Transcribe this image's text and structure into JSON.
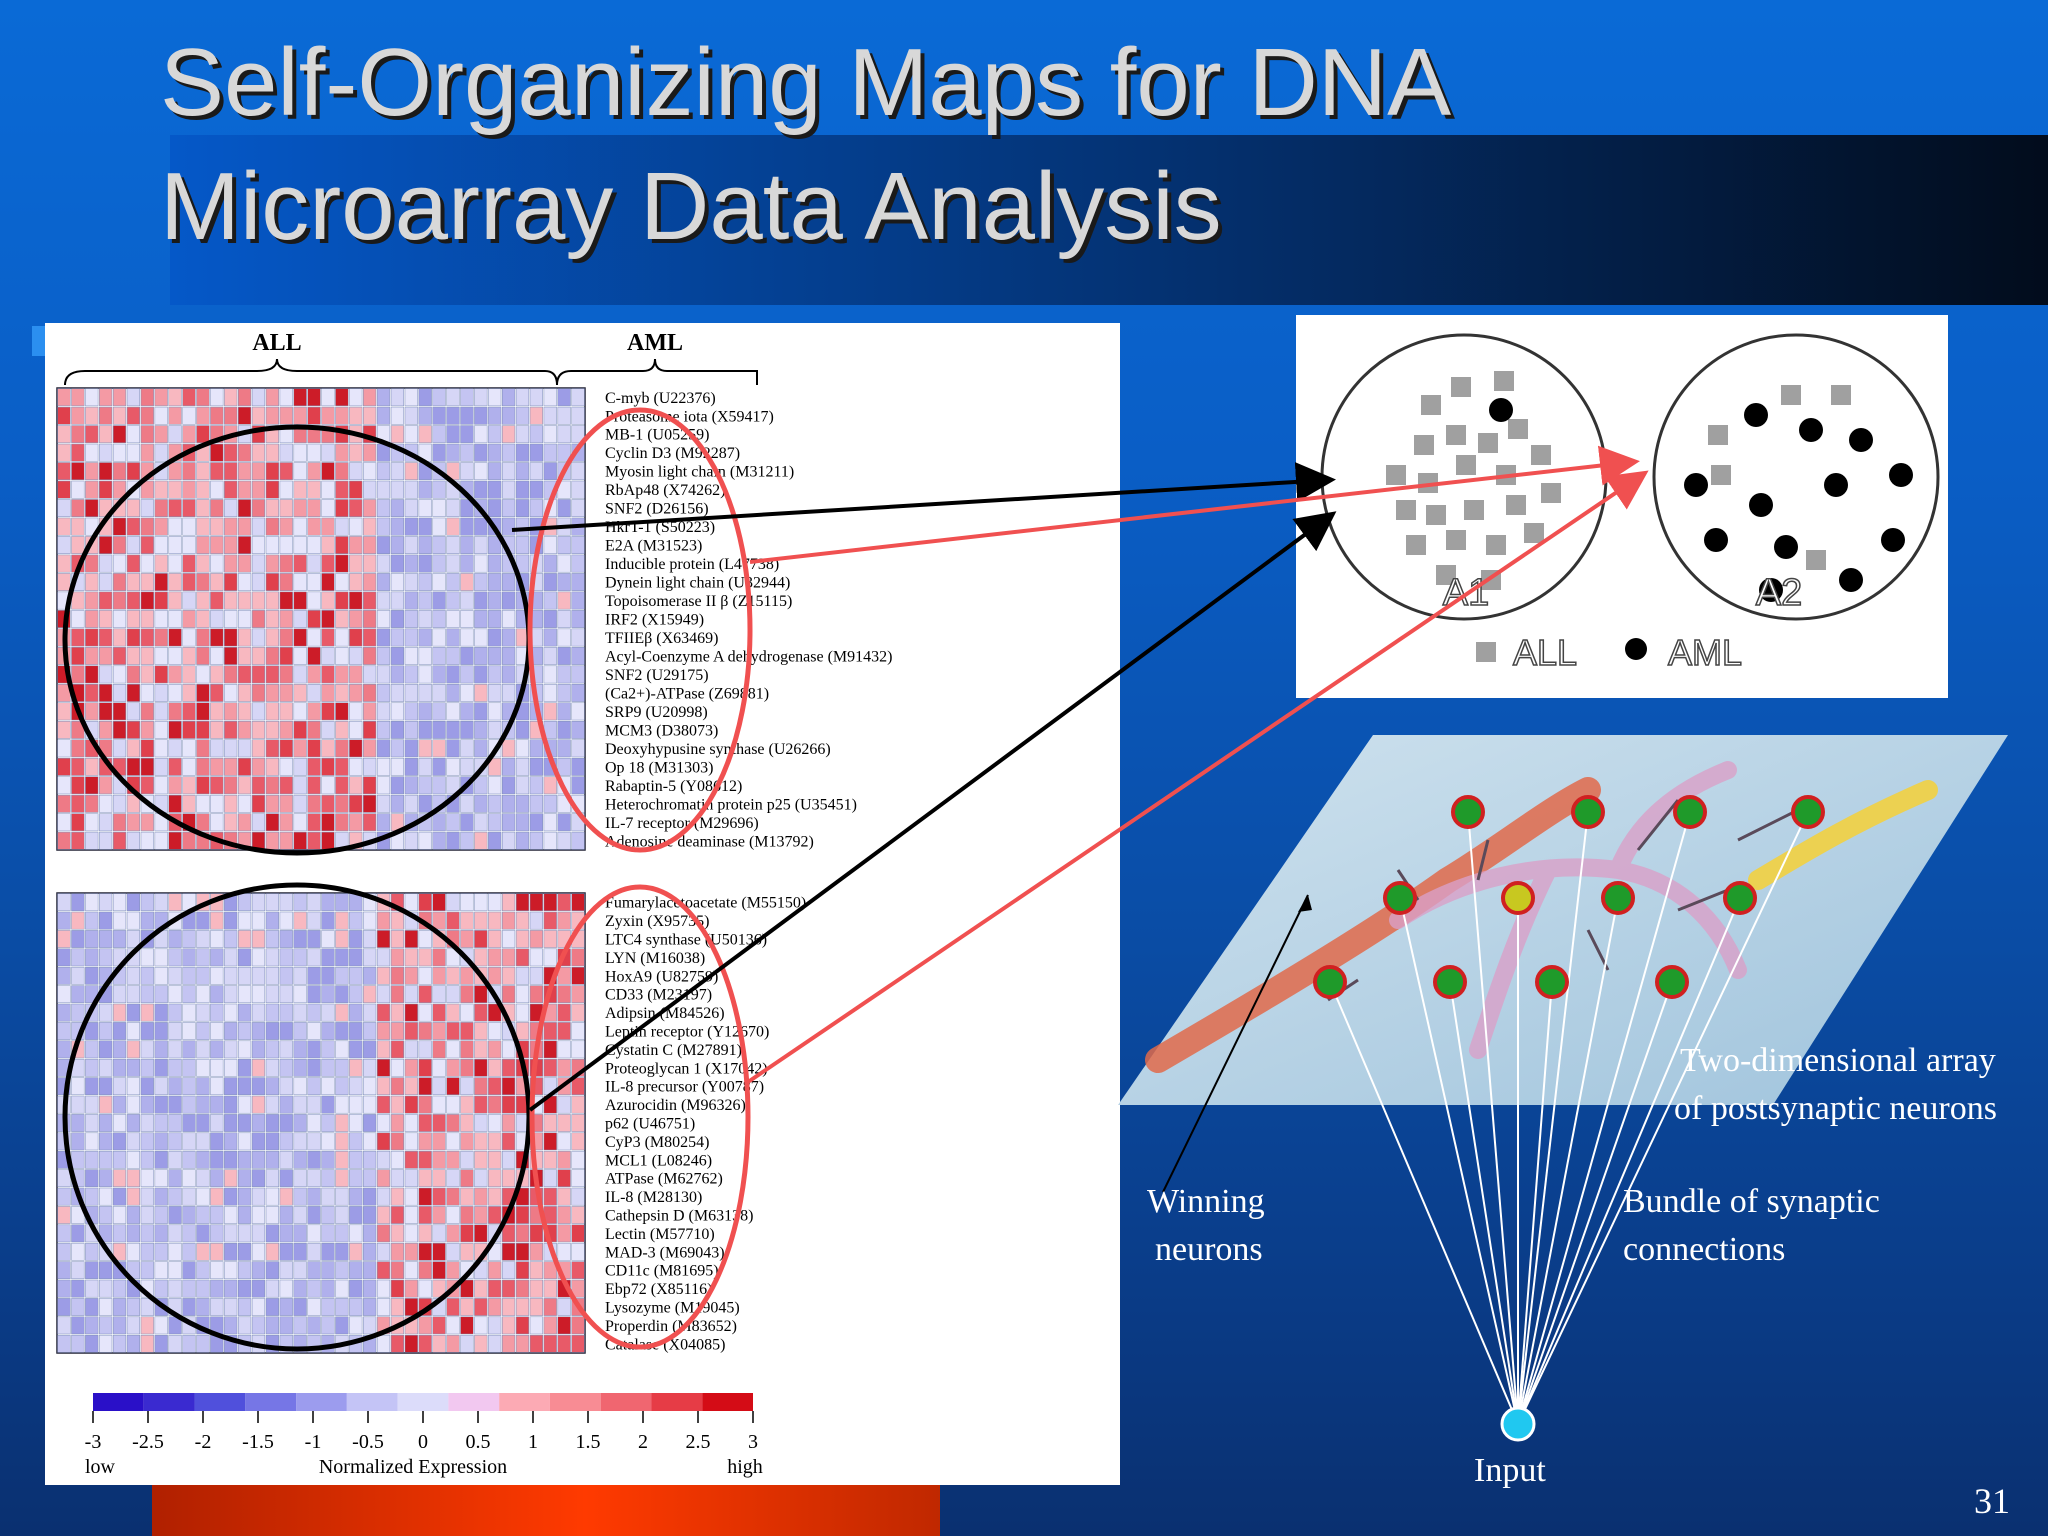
{
  "slide": {
    "title_line1": "Self-Organizing Maps for DNA",
    "title_line2": "Microarray Data Analysis",
    "number": "31"
  },
  "heatmap": {
    "group_all": "ALL",
    "group_aml": "AML",
    "top_genes": [
      "C-myb (U22376)",
      "Proteasome iota (X59417)",
      "MB-1 (U05259)",
      "Cyclin D3 (M92287)",
      "Myosin light chain (M31211)",
      "RbAp48 (X74262)",
      "SNF2 (D26156)",
      "HkrT-1 (S50223)",
      "E2A (M31523)",
      "Inducible protein (L47738)",
      "Dynein light chain (U32944)",
      "Topoisomerase II β (Z15115)",
      "IRF2 (X15949)",
      "TFIIEβ (X63469)",
      "Acyl-Coenzyme A dehydrogenase (M91432)",
      "SNF2 (U29175)",
      "(Ca2+)-ATPase (Z69881)",
      "SRP9 (U20998)",
      "MCM3 (D38073)",
      "Deoxyhypusine synthase (U26266)",
      "Op 18 (M31303)",
      "Rabaptin-5 (Y08612)",
      "Heterochromatin protein p25 (U35451)",
      "IL-7 receptor (M29696)",
      "Adenosine deaminase (M13792)"
    ],
    "bottom_genes": [
      "Fumarylacetoacetate (M55150)",
      "Zyxin (X95735)",
      "LTC4 synthase (U50136)",
      "LYN (M16038)",
      "HoxA9 (U82759)",
      "CD33 (M23197)",
      "Adipsin (M84526)",
      "Leptin receptor (Y12670)",
      "Cystatin C (M27891)",
      "Proteoglycan 1 (X17042)",
      "IL-8 precursor (Y00787)",
      "Azurocidin (M96326)",
      "p62 (U46751)",
      "CyP3 (M80254)",
      "MCL1 (L08246)",
      "ATPase (M62762)",
      "IL-8 (M28130)",
      "Cathepsin D (M63138)",
      "Lectin (M57710)",
      "MAD-3 (M69043)",
      "CD11c (M81695)",
      "Ebp72 (X85116)",
      "Lysozyme (M19045)",
      "Properdin (M83652)",
      "Catalase (X04085)"
    ],
    "scale": {
      "ticks": [
        "-3",
        "-2.5",
        "-2",
        "-1.5",
        "-1",
        "-0.5",
        "0",
        "0.5",
        "1",
        "1.5",
        "2",
        "2.5",
        "3"
      ],
      "low_label": "low",
      "axis_label": "Normalized Expression",
      "high_label": "high",
      "colors": [
        "#2a10c8",
        "#3a2ad0",
        "#5050dc",
        "#7676e6",
        "#9c9cee",
        "#c4c4f6",
        "#dcdcfa",
        "#f2c8f0",
        "#fcaab4",
        "#f88c94",
        "#f06670",
        "#e63c46",
        "#d40c16"
      ]
    }
  },
  "cluster_diagram": {
    "cluster_a1_label": "A1",
    "cluster_a2_label": "A2",
    "legend_all": "ALL",
    "legend_aml": "AML",
    "square_color": "#a0a0a0",
    "dot_color": "#000000"
  },
  "neuron_diagram": {
    "label_array_line1": "Two-dimensional array",
    "label_array_line2": "of postsynaptic neurons",
    "label_winning_line1": "Winning",
    "label_winning_line2": "neurons",
    "label_bundle_line1": "Bundle of synaptic",
    "label_bundle_line2": "connections",
    "label_input": "Input",
    "neuron_color": "#1f9a2a",
    "winner_color": "#c8c820",
    "ring_color": "#d02020",
    "input_color": "#20c8f0"
  },
  "arrow_colors": {
    "all_cluster": "#000000",
    "aml_cluster": "#f05050"
  }
}
